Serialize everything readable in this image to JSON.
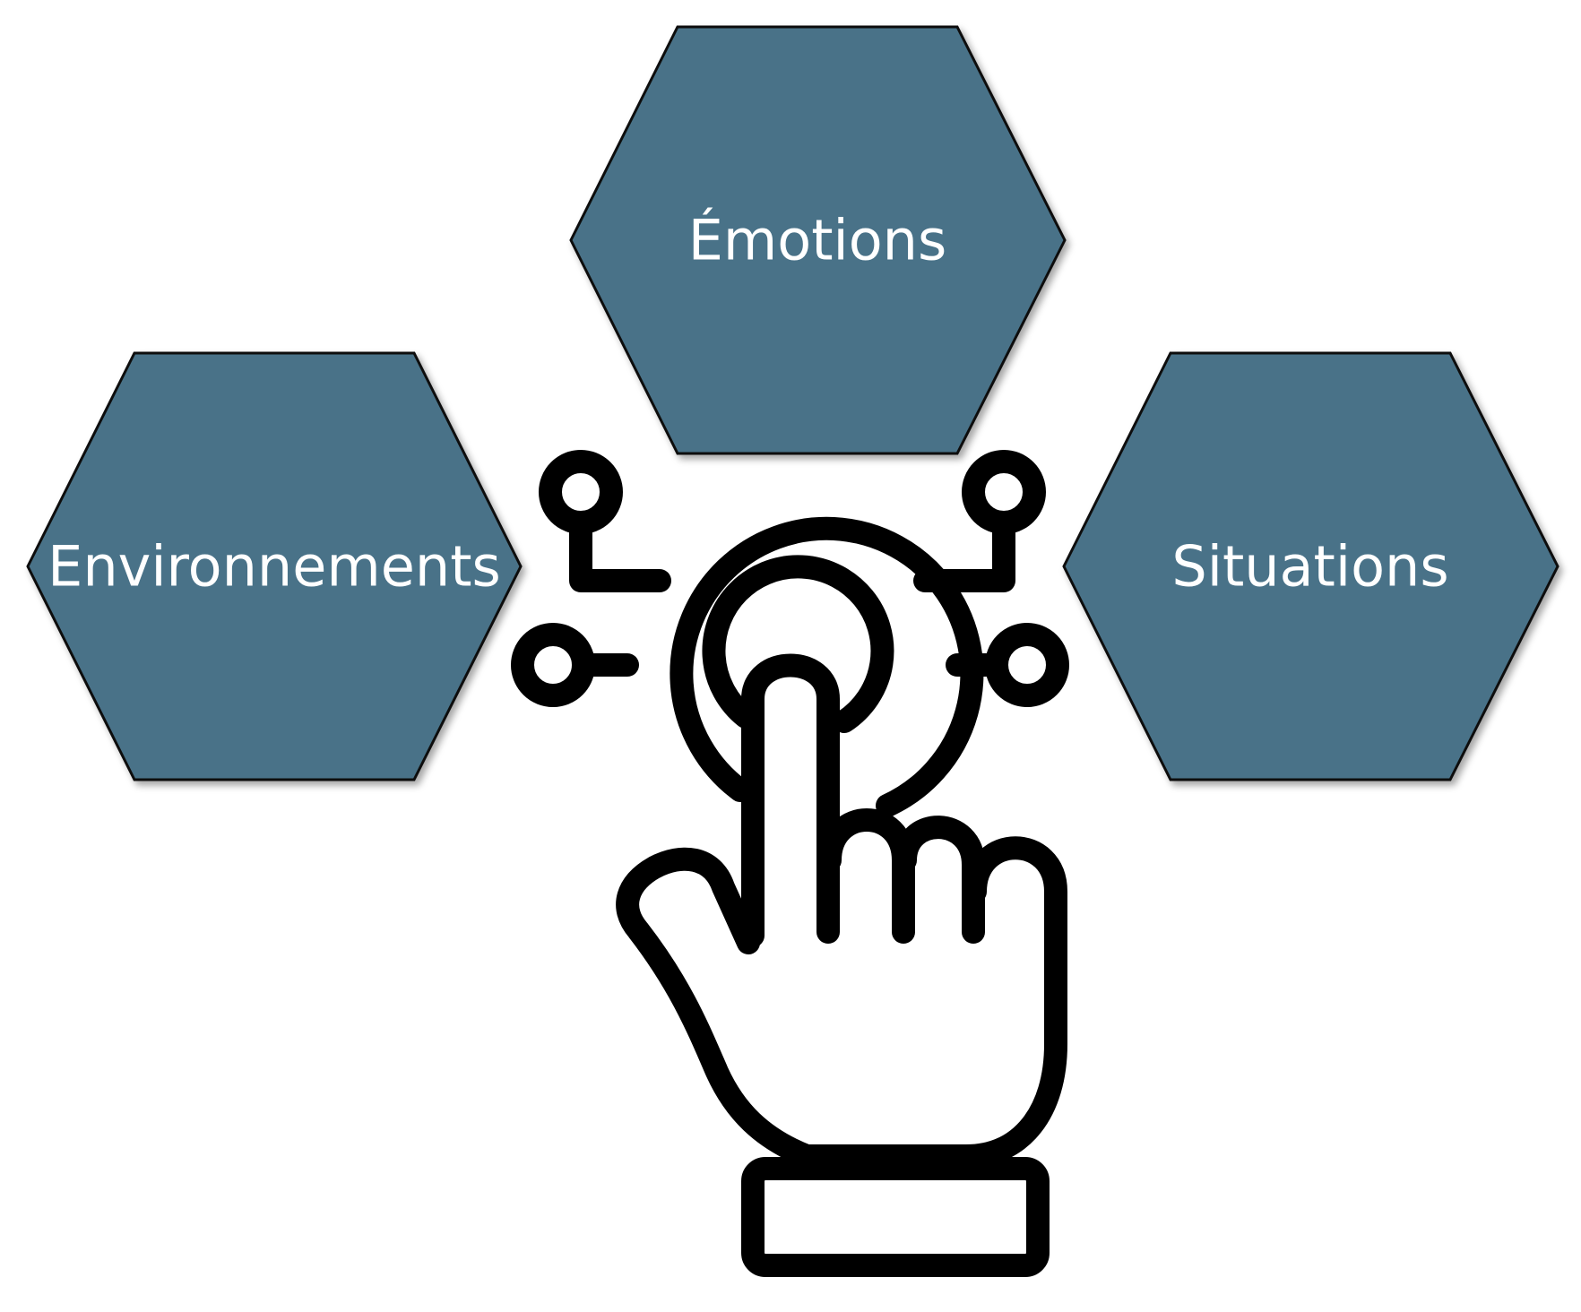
{
  "diagram": {
    "hexagons": [
      {
        "id": "emotions",
        "label": "Émotions"
      },
      {
        "id": "environnements",
        "label": "Environnements"
      },
      {
        "id": "situations",
        "label": "Situations"
      }
    ],
    "center_icon": "touch-hand-icon"
  },
  "colors": {
    "hex_fill": "#4a7288",
    "hex_stroke": "#111111",
    "label_color": "#ffffff",
    "icon_stroke": "#000000",
    "background": "#ffffff"
  }
}
